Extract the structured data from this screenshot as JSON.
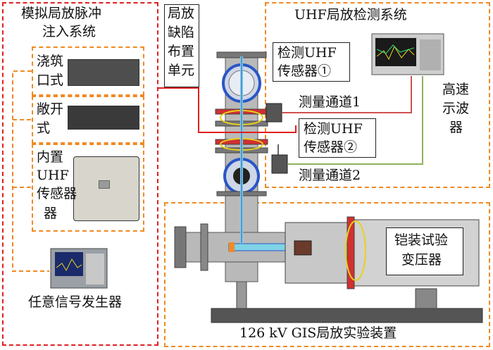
{
  "left_panel": {
    "title_line1": "模拟局放脉冲",
    "title_line2": "注入系统",
    "item1_line1": "浇筑",
    "item1_line2": "口式",
    "item2_line1": "敞开",
    "item2_line2": "式",
    "item3_line1": "内置",
    "item3_line2": "UHF",
    "item3_line3": "传感器",
    "item3_line4": "器",
    "generator": "任意信号发生器"
  },
  "defect_unit": {
    "line1": "局放",
    "line2": "缺陷",
    "line3": "布置",
    "line4": "单元"
  },
  "uhf_system": {
    "title": "UHF局放检测系统",
    "oscilloscope_line1": "高速",
    "oscilloscope_line2": "示波",
    "oscilloscope_line3": "器"
  },
  "sensor1": {
    "line1": "检测UHF",
    "line2": "传感器①"
  },
  "sensor2": {
    "line1": "检测UHF",
    "line2": "传感器②"
  },
  "channel1": "测量通道1",
  "channel2": "测量通道2",
  "transformer": {
    "line1": "铠装试验",
    "line2": "变压器"
  },
  "gis_title": "126 kV GIS局放实验装置",
  "colors": {
    "red": "#e02020",
    "orange": "#f08a24",
    "green": "#8db35a",
    "cyan": "#7fd3e6",
    "blue": "#2a56c6"
  }
}
